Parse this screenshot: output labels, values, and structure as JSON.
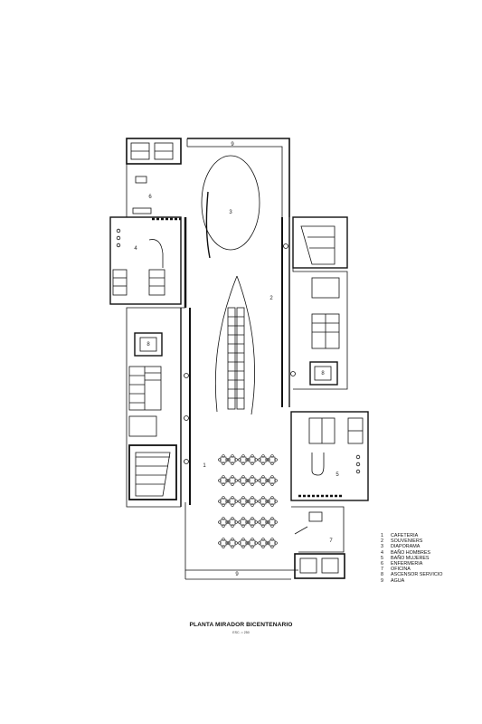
{
  "plan": {
    "title": "PLANTA MIRADOR BICENTENARIO",
    "scale": "ESC. = 250",
    "room_labels": [
      "1",
      "2",
      "3",
      "4",
      "5",
      "6",
      "7",
      "8",
      "8",
      "9",
      "9"
    ]
  },
  "legend": [
    {
      "num": "1",
      "text": "CAFETERIA"
    },
    {
      "num": "2",
      "text": "SOUVENIERS"
    },
    {
      "num": "3",
      "text": "DIAPORAMA"
    },
    {
      "num": "4",
      "text": "BAÑO HOMBRES"
    },
    {
      "num": "5",
      "text": "BAÑO MUJERES"
    },
    {
      "num": "6",
      "text": "ENFERMERIA"
    },
    {
      "num": "7",
      "text": "OFICINA"
    },
    {
      "num": "8",
      "text": "ASCENSOR SERVICIO"
    },
    {
      "num": "9",
      "text": "AGUA"
    }
  ]
}
